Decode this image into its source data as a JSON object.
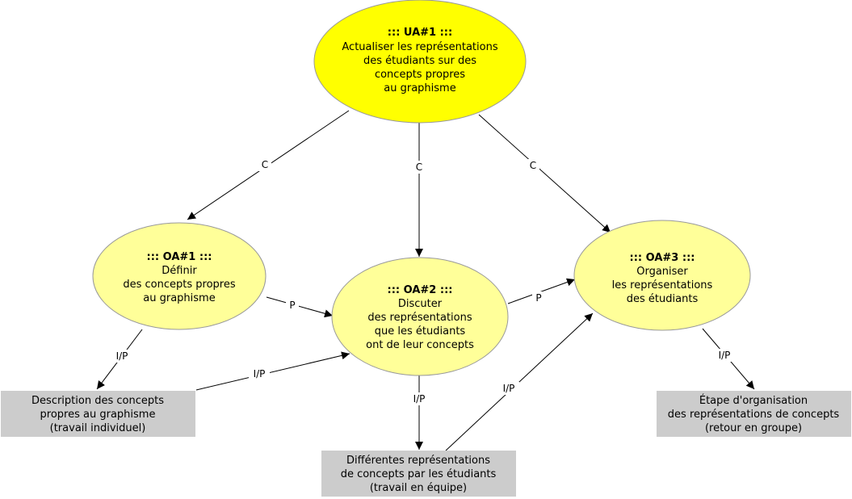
{
  "nodes": {
    "ua1": {
      "title": "::: UA#1 :::",
      "lines": [
        "Actualiser les représentations",
        "des étudiants sur des",
        "concepts propres",
        "au graphisme"
      ],
      "fill": "#ffff00"
    },
    "oa1": {
      "title": "::: OA#1 :::",
      "lines": [
        "Définir",
        "des concepts propres",
        "au graphisme"
      ],
      "fill": "#ffff99"
    },
    "oa2": {
      "title": "::: OA#2 :::",
      "lines": [
        "Discuter",
        "des représentations",
        "que les étudiants",
        "ont de leur concepts"
      ],
      "fill": "#ffff99"
    },
    "oa3": {
      "title": "::: OA#3 :::",
      "lines": [
        "Organiser",
        "les représentations",
        "des étudiants"
      ],
      "fill": "#ffff99"
    },
    "box_description": {
      "lines": [
        "Description des concepts",
        "propres au graphisme",
        "(travail individuel)"
      ],
      "fill": "#cccccc"
    },
    "box_differentes": {
      "lines": [
        "Différentes représentations",
        "de concepts par les étudiants",
        "(travail en équipe)"
      ],
      "fill": "#cccccc"
    },
    "box_etape": {
      "lines": [
        "Étape d'organisation",
        "des représentations de concepts",
        "(retour en groupe)"
      ],
      "fill": "#cccccc"
    }
  },
  "edges": [
    {
      "from": "ua1",
      "to": "oa1",
      "label": "C"
    },
    {
      "from": "ua1",
      "to": "oa2",
      "label": "C"
    },
    {
      "from": "ua1",
      "to": "oa3",
      "label": "C"
    },
    {
      "from": "oa1",
      "to": "oa2",
      "label": "P"
    },
    {
      "from": "oa2",
      "to": "oa3",
      "label": "P"
    },
    {
      "from": "oa1",
      "to": "box_description",
      "label": "I/P"
    },
    {
      "from": "box_description",
      "to": "oa2",
      "label": "I/P"
    },
    {
      "from": "oa2",
      "to": "box_differentes",
      "label": "I/P"
    },
    {
      "from": "box_differentes",
      "to": "oa3",
      "label": "I/P"
    },
    {
      "from": "oa3",
      "to": "box_etape",
      "label": "I/P"
    }
  ]
}
